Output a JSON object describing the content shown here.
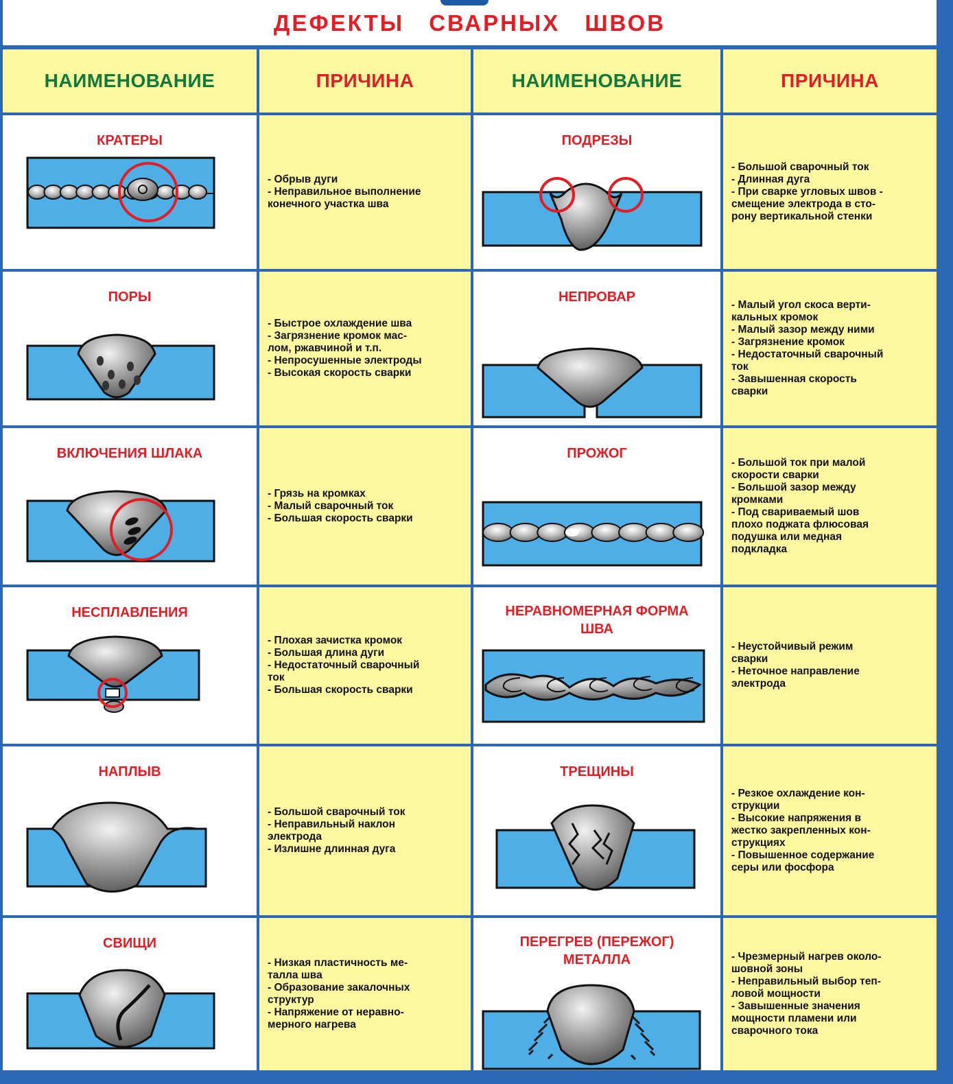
{
  "title": "ДЕФЕКТЫ СВАРНЫХ ШВОВ",
  "headers": {
    "name_left": "НАИМЕНОВАНИЕ",
    "cause_left": "ПРИЧИНА",
    "name_right": "НАИМЕНОВАНИЕ",
    "cause_right": "ПРИЧИНА"
  },
  "colors": {
    "frame_blue": "#2a67b5",
    "cell_yellow": "#fdf7a0",
    "title_red": "#e21d24",
    "header_green": "#0f7a39",
    "metal_blue": "#4eaee6",
    "bead_gray": "#9a9a9a"
  },
  "defects_left": [
    {
      "name": "КРАТЕРЫ",
      "icon": "crater-weld-illustration",
      "causes": [
        "- Обрыв дуги",
        "- Неправильное выполнение",
        "конечного участка шва"
      ]
    },
    {
      "name": "ПОРЫ",
      "icon": "pores-weld-illustration",
      "causes": [
        "- Быстрое охлаждение шва",
        "- Загрязнение кромок мас-",
        "лом, ржавчиной и т.п.",
        "- Непросушенные электроды",
        "- Высокая скорость сварки"
      ]
    },
    {
      "name": "ВКЛЮЧЕНИЯ ШЛАКА",
      "icon": "slag-inclusion-weld-illustration",
      "causes": [
        "- Грязь на кромках",
        "- Малый сварочный ток",
        "- Большая скорость сварки"
      ]
    },
    {
      "name": "НЕСПЛАВЛЕНИЯ",
      "icon": "lack-of-fusion-weld-illustration",
      "causes": [
        "- Плохая зачистка кромок",
        "- Большая длина дуги",
        "- Недостаточный сварочный",
        "  ток",
        "- Большая скорость сварки"
      ]
    },
    {
      "name": "НАПЛЫВ",
      "icon": "overlap-weld-illustration",
      "causes": [
        "- Большой сварочный ток",
        "- Неправильный наклон",
        "электрода",
        "- Излишне длинная дуга"
      ]
    },
    {
      "name": "СВИЩИ",
      "icon": "fistula-weld-illustration",
      "causes": [
        "- Низкая пластичность ме-",
        "талла шва",
        "- Образование закалочных",
        "структур",
        "- Напряжение от неравно-",
        "мерного нагрева"
      ]
    }
  ],
  "defects_right": [
    {
      "name": "ПОДРЕЗЫ",
      "icon": "undercut-weld-illustration",
      "causes": [
        "- Большой сварочный ток",
        "- Длинная дуга",
        "- При сварке угловых швов -",
        "смещение электрода в сто-",
        "рону вертикальной стенки"
      ]
    },
    {
      "name": "НЕПРОВАР",
      "icon": "incomplete-penetration-weld-illustration",
      "causes": [
        "- Малый угол скоса верти-",
        "кальных кромок",
        "- Малый зазор между ними",
        "- Загрязнение кромок",
        "- Недостаточный сварочный",
        "ток",
        "- Завышенная скорость",
        "сварки"
      ]
    },
    {
      "name": "ПРОЖОГ",
      "icon": "burn-through-weld-illustration",
      "causes": [
        "- Большой ток при малой",
        "скорости сварки",
        "- Большой зазор между",
        "кромками",
        "- Под свариваемый шов",
        "плохо поджата флюсовая",
        "подушка или медная",
        "подкладка"
      ]
    },
    {
      "name": "НЕРАВНОМЕРНАЯ ФОРМА ШВА",
      "icon": "uneven-bead-weld-illustration",
      "causes": [
        "- Неустойчивый режим",
        "сварки",
        "- Неточное направление",
        "электрода"
      ]
    },
    {
      "name": "ТРЕЩИНЫ",
      "icon": "cracks-weld-illustration",
      "causes": [
        "- Резкое охлаждение кон-",
        "струкции",
        "- Высокие напряжения в",
        "жестко закрепленных кон-",
        "струкциях",
        "- Повышенное содержание",
        "серы или фосфора"
      ]
    },
    {
      "name": "ПЕРЕГРЕВ (ПЕРЕЖОГ) МЕТАЛЛА",
      "icon": "overheating-weld-illustration",
      "causes": [
        "- Чрезмерный нагрев около-",
        "шовной зоны",
        "- Неправильный выбор теп-",
        "ловой мощности",
        "- Завышенные значения",
        "мощности пламени или",
        "сварочного тока"
      ]
    }
  ]
}
